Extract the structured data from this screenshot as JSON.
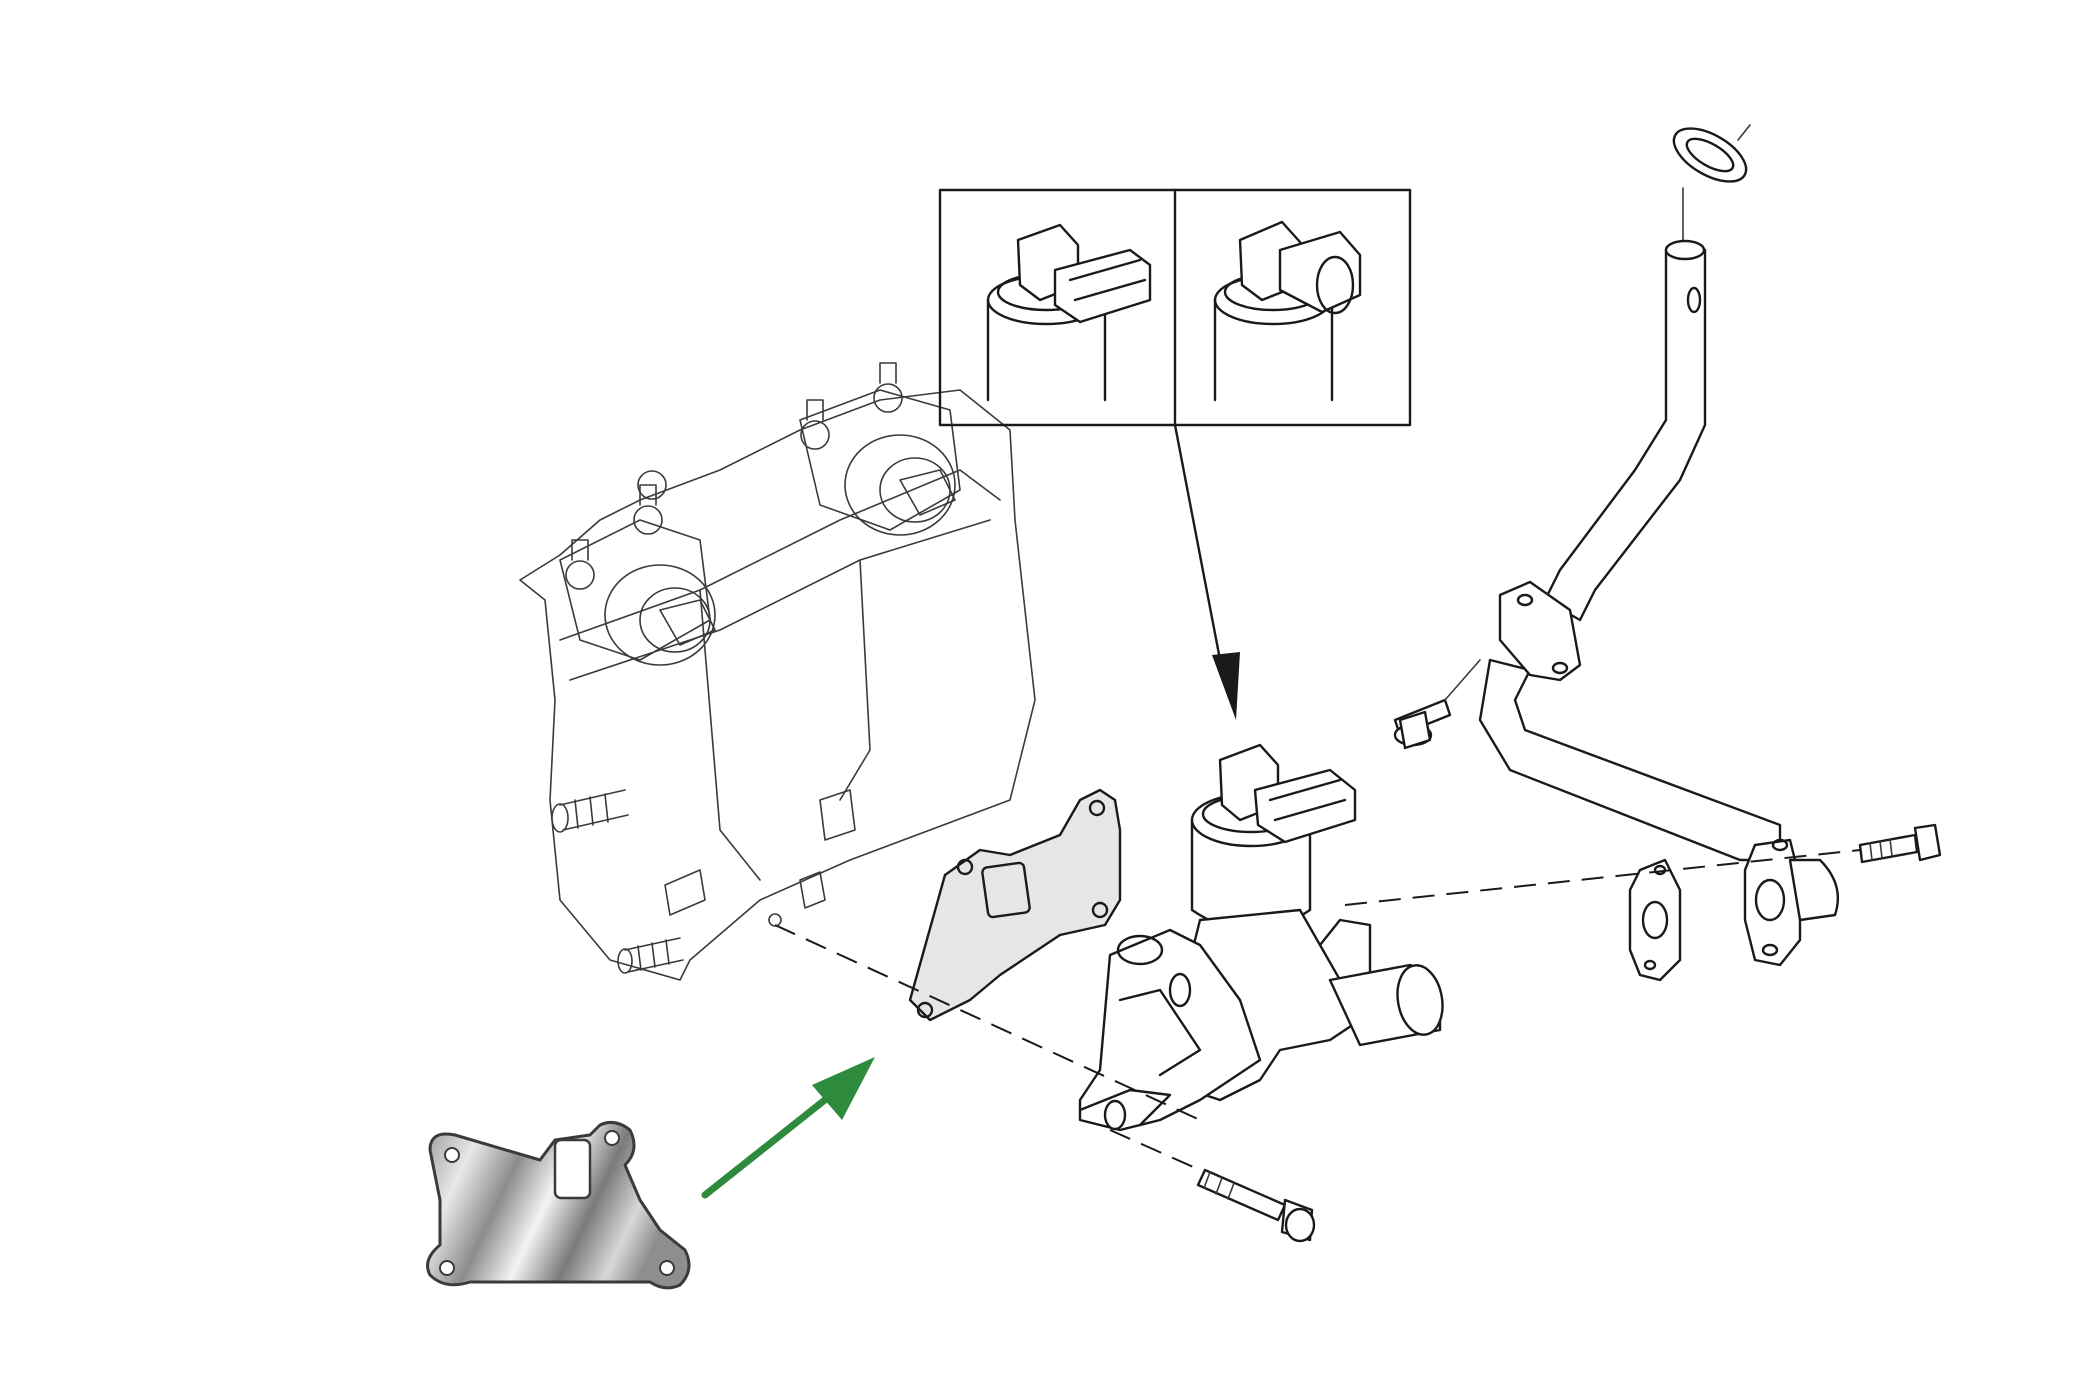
{
  "diagram": {
    "type": "exploded-parts-view",
    "colors": {
      "line": "#1a1a1a",
      "background": "#ffffff",
      "gasket_fill": "#e6e6e6",
      "arrow": "#2e8b3d",
      "plate_metal": "#b8b8b8"
    },
    "callout_panels": 2,
    "parts": [
      "cylinder-head",
      "egr-gasket",
      "egr-valve",
      "egr-pipe",
      "pipe-gasket",
      "mounting-bolt",
      "blanking-plate"
    ]
  }
}
